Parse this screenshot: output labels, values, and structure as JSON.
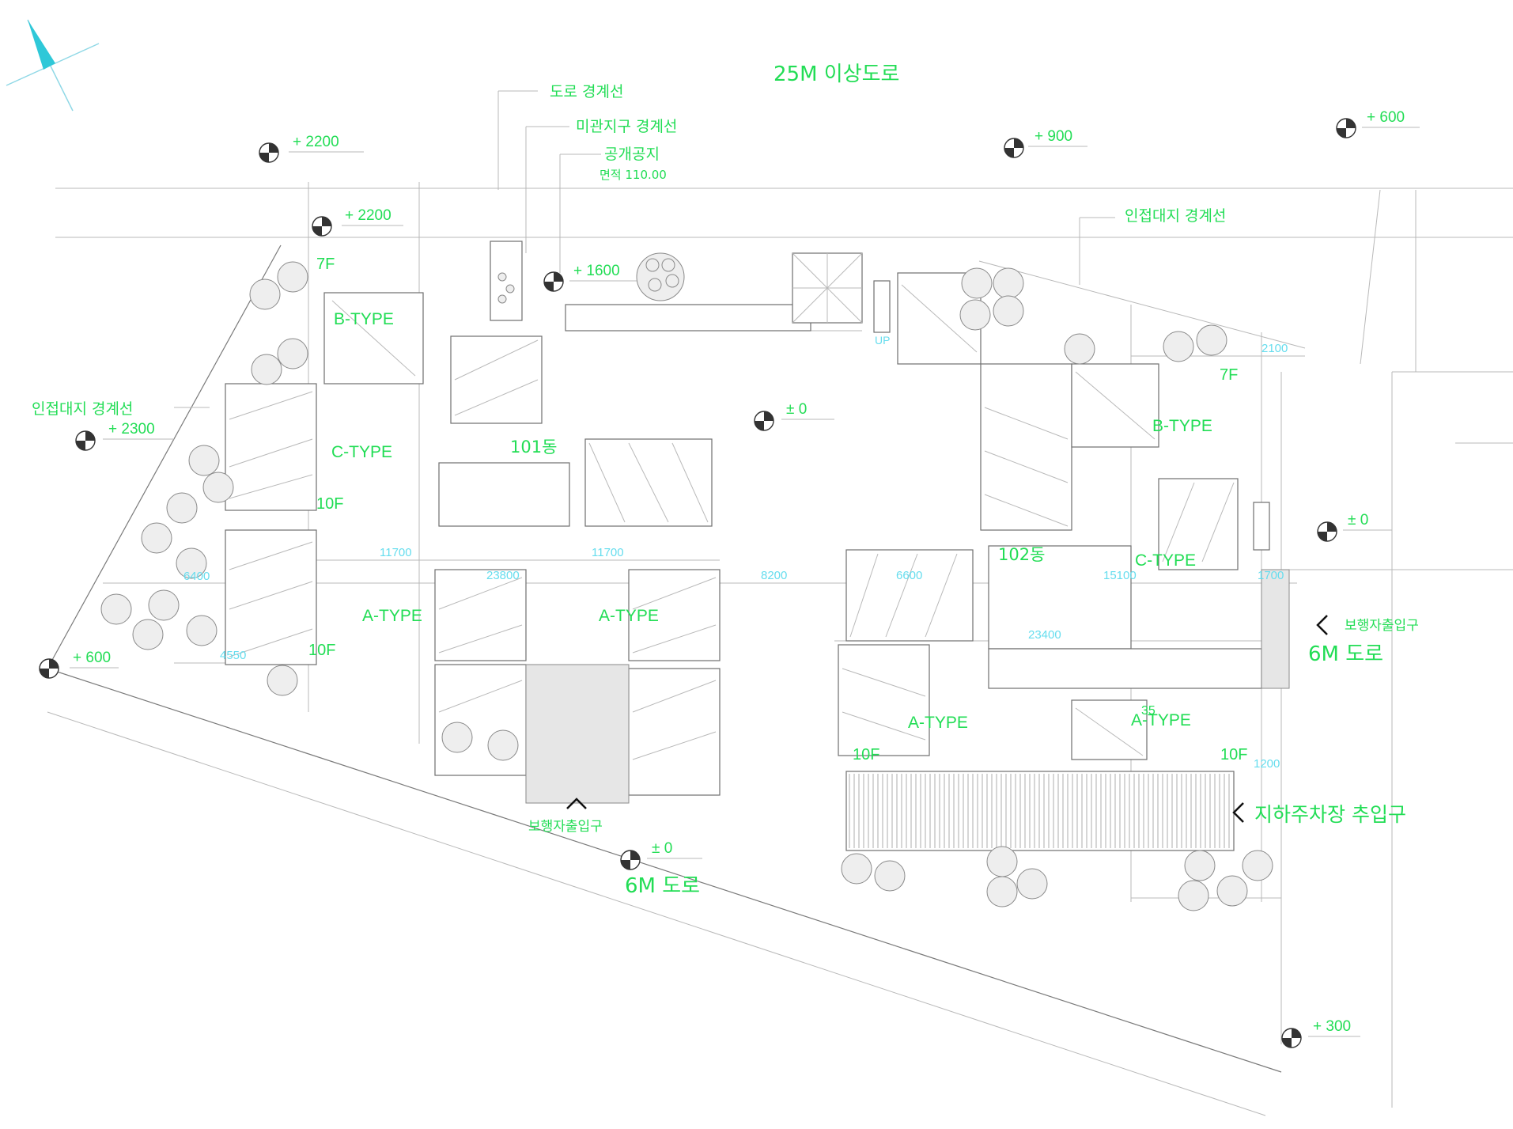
{
  "road_top": "25M 이상도로",
  "road_bottom": "6M 도로",
  "road_right": "6M 도로",
  "leaders": {
    "road_boundary": "도로 경계선",
    "scenic_boundary": "미관지구 경계선",
    "open_space": "공개공지",
    "open_space_area": "면적 110.00",
    "neighbor_boundary_right": "인접대지 경계선",
    "neighbor_boundary_left": "인접대지 경계선"
  },
  "buildings": {
    "b101": "101동",
    "b102": "102동"
  },
  "types": {
    "b_left": "B-TYPE",
    "c_left": "C-TYPE",
    "a_left1": "A-TYPE",
    "a_left2": "A-TYPE",
    "b_right": "B-TYPE",
    "c_right": "C-TYPE",
    "a_right1": "A-TYPE",
    "a_right2": "A-TYPE"
  },
  "floors": {
    "f7_left": "7F",
    "f10_left1": "10F",
    "f10_left2": "10F",
    "f7_right": "7F",
    "f10_right1": "10F",
    "f10_right2": "10F"
  },
  "levels": {
    "l2200a": "+ 2200",
    "l2200b": "+ 2200",
    "l1600": "+ 1600",
    "l900": "+ 900",
    "l600tr": "+ 600",
    "l2300": "+ 2300",
    "l0center": "± 0",
    "l0right": "± 0",
    "l600left": "+ 600",
    "l0bottom": "± 0",
    "l300": "+ 300"
  },
  "dims": {
    "d11700a": "11700",
    "d11700b": "11700",
    "d23800": "23800",
    "d8200": "8200",
    "d6600": "6600",
    "d15100": "15100",
    "d1700": "1700",
    "d23400": "23400",
    "d2100": "2100",
    "d1200": "1200",
    "d6400": "6400",
    "d4550": "4550"
  },
  "entrances": {
    "pedestrian_bottom": "보행자출입구",
    "pedestrian_right": "보행자출입구",
    "parking": "지하주차장 추입구"
  },
  "misc": {
    "up": "UP",
    "num35": "35"
  },
  "colors": {
    "label_green": "#22dd55",
    "dimension_cyan": "#66ddee",
    "linework_gray": "#7a7a7a"
  },
  "icons": [
    "north-arrow-icon",
    "level-marker-icon",
    "tree-symbol-icon",
    "entrance-arrow-icon"
  ]
}
